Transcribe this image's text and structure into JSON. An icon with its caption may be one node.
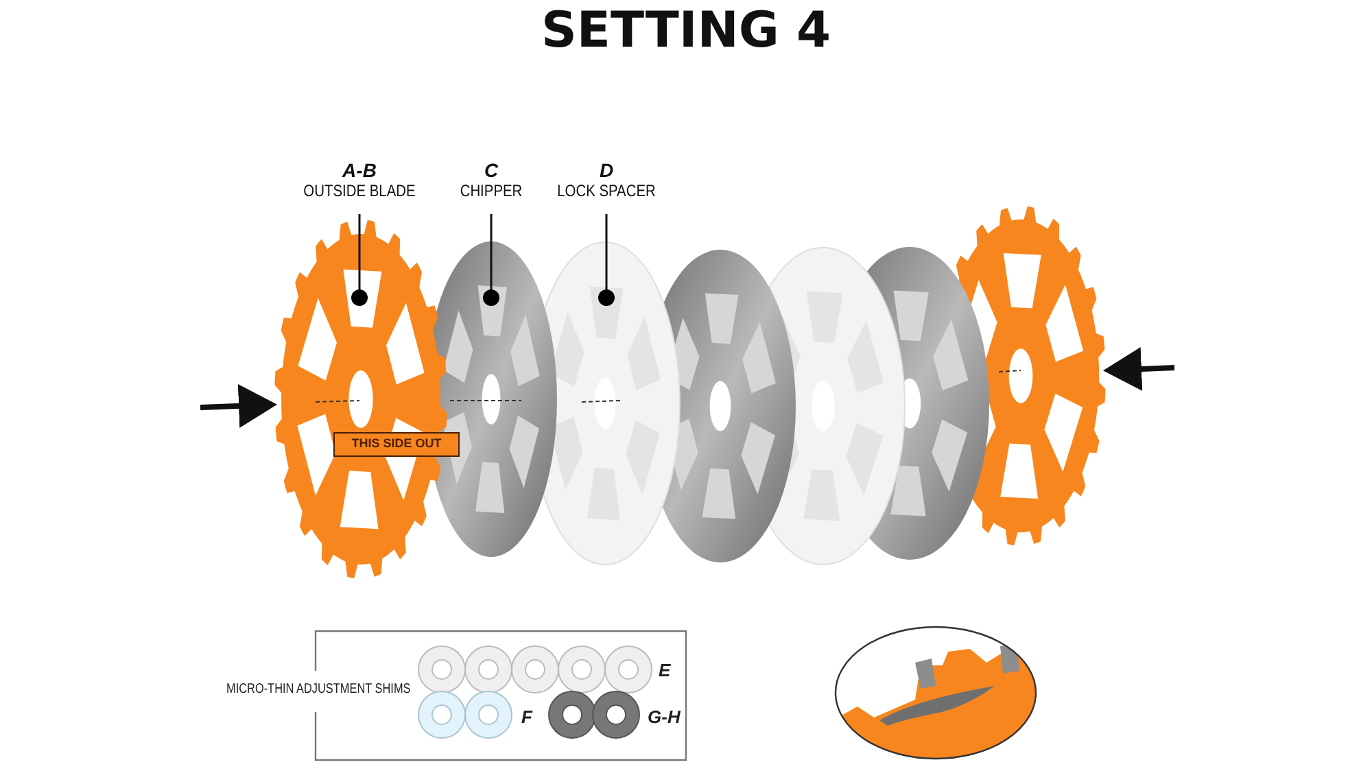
{
  "diagram": {
    "title": "SETTING 4",
    "nodes": [
      {
        "text": [
          "A-B",
          "OUTSIDE BLADE"
        ]
      },
      {
        "text": [
          "C",
          "CHIPPER"
        ]
      },
      {
        "text": [
          "D",
          "LOCK SPACER"
        ]
      },
      {
        "text": [],
        "shape": "picture"
      },
      {
        "text": [
          "THIS SIDE OUT"
        ],
        "in": 3
      },
      {
        "text": [],
        "shape": "picture"
      },
      {
        "text": [],
        "shape": "picture"
      },
      {
        "text": [],
        "shape": "picture"
      },
      {
        "text": [],
        "shape": "picture"
      },
      {
        "text": [],
        "shape": "picture"
      },
      {
        "text": [],
        "shape": "picture"
      },
      {
        "text": [
          "MICRO-THIN ADJUSTMENT SHIMS",
          "E",
          "F",
          "G-H"
        ]
      }
    ],
    "edges": [
      {
        "from": 0,
        "to": 3,
        "arrow": "other"
      },
      {
        "from": 1,
        "to": 5,
        "arrow": "other"
      },
      {
        "from": 2,
        "to": 6,
        "arrow": "other"
      },
      {
        "from": null,
        "to": 3,
        "arrow": "to",
        "style": "thick"
      },
      {
        "from": null,
        "to": 10,
        "arrow": "to",
        "style": "thick"
      }
    ]
  }
}
